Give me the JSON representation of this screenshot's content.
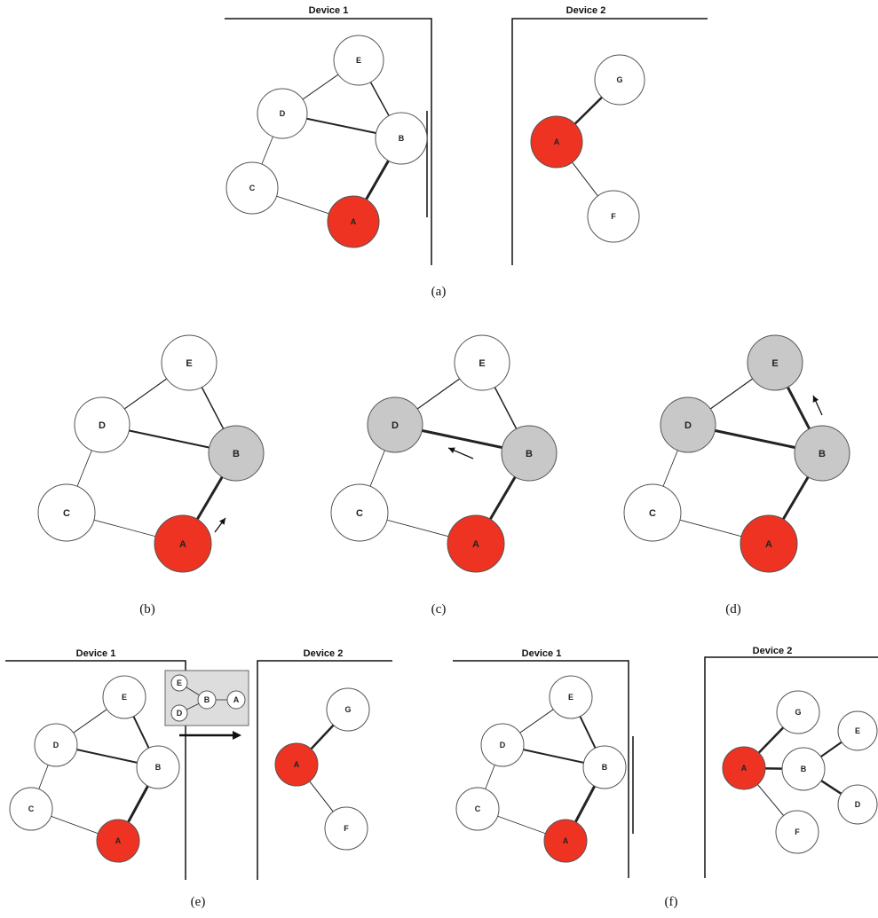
{
  "colors": {
    "root": "#ee3322",
    "visited": "#c8c8c8",
    "default": "#ffffff",
    "stroke": "#555555",
    "line": "#222222"
  },
  "device_titles": {
    "device1": "Device 1",
    "device2": "Device 2"
  },
  "captions": {
    "a": "(a)",
    "b": "(b)",
    "c": "(c)",
    "d": "(d)",
    "e": "(e)",
    "f": "(f)"
  },
  "node_labels": {
    "A": "A",
    "B": "B",
    "C": "C",
    "D": "D",
    "E": "E",
    "F": "F",
    "G": "G"
  },
  "panels": {
    "b": {
      "visited": [
        "B"
      ],
      "root": "A"
    },
    "c": {
      "visited": [
        "B",
        "D"
      ],
      "root": "A"
    },
    "d": {
      "visited": [
        "B",
        "D",
        "E"
      ],
      "root": "A"
    }
  }
}
